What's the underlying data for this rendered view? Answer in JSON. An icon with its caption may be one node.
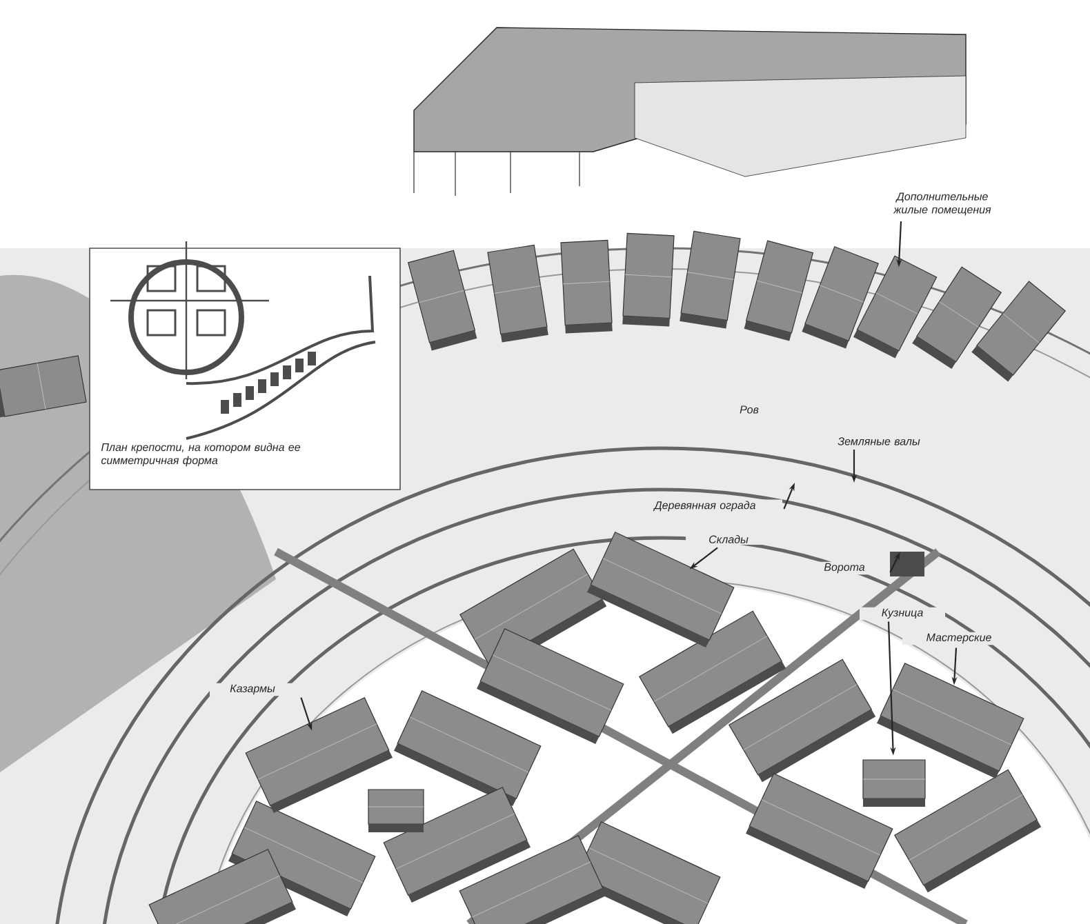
{
  "diagram": {
    "nodes": [
      {
        "text": [
          "Дополнительные жилые помещения"
        ]
      },
      {
        "text": [
          "Земляные валы"
        ]
      },
      {
        "text": [
          "Деревянная ограда"
        ]
      },
      {
        "text": [
          "Склады"
        ]
      },
      {
        "text": [
          "Ворота"
        ]
      },
      {
        "text": [
          "Кузница"
        ]
      },
      {
        "text": [
          "Мастерские"
        ]
      },
      {
        "text": [
          "Казармы"
        ]
      },
      {
        "text": [
          "План крепости, на котором видна ее симметричная форма"
        ]
      },
      {
        "text": [],
        "shape": "picture"
      },
      {
        "text": [],
        "shape": "picture"
      },
      {
        "text": [],
        "shape": "picture"
      },
      {
        "text": [],
        "shape": "picture"
      },
      {
        "text": [],
        "shape": "picture"
      },
      {
        "text": [],
        "shape": "picture"
      }
    ],
    "edges": [
      {
        "from": 0,
        "to": 9,
        "arrow": "to"
      },
      {
        "from": 1,
        "to": null,
        "arrow": "to"
      },
      {
        "from": 2,
        "to": null,
        "arrow": "to"
      },
      {
        "from": 3,
        "to": 10,
        "arrow": "to"
      },
      {
        "from": 4,
        "to": 11,
        "arrow": "to"
      },
      {
        "from": 5,
        "to": 13,
        "arrow": "to"
      },
      {
        "from": 6,
        "to": 12,
        "arrow": "to"
      },
      {
        "from": 7,
        "to": 14,
        "arrow": "to"
      }
    ],
    "labels": [
      "Ров"
    ]
  }
}
